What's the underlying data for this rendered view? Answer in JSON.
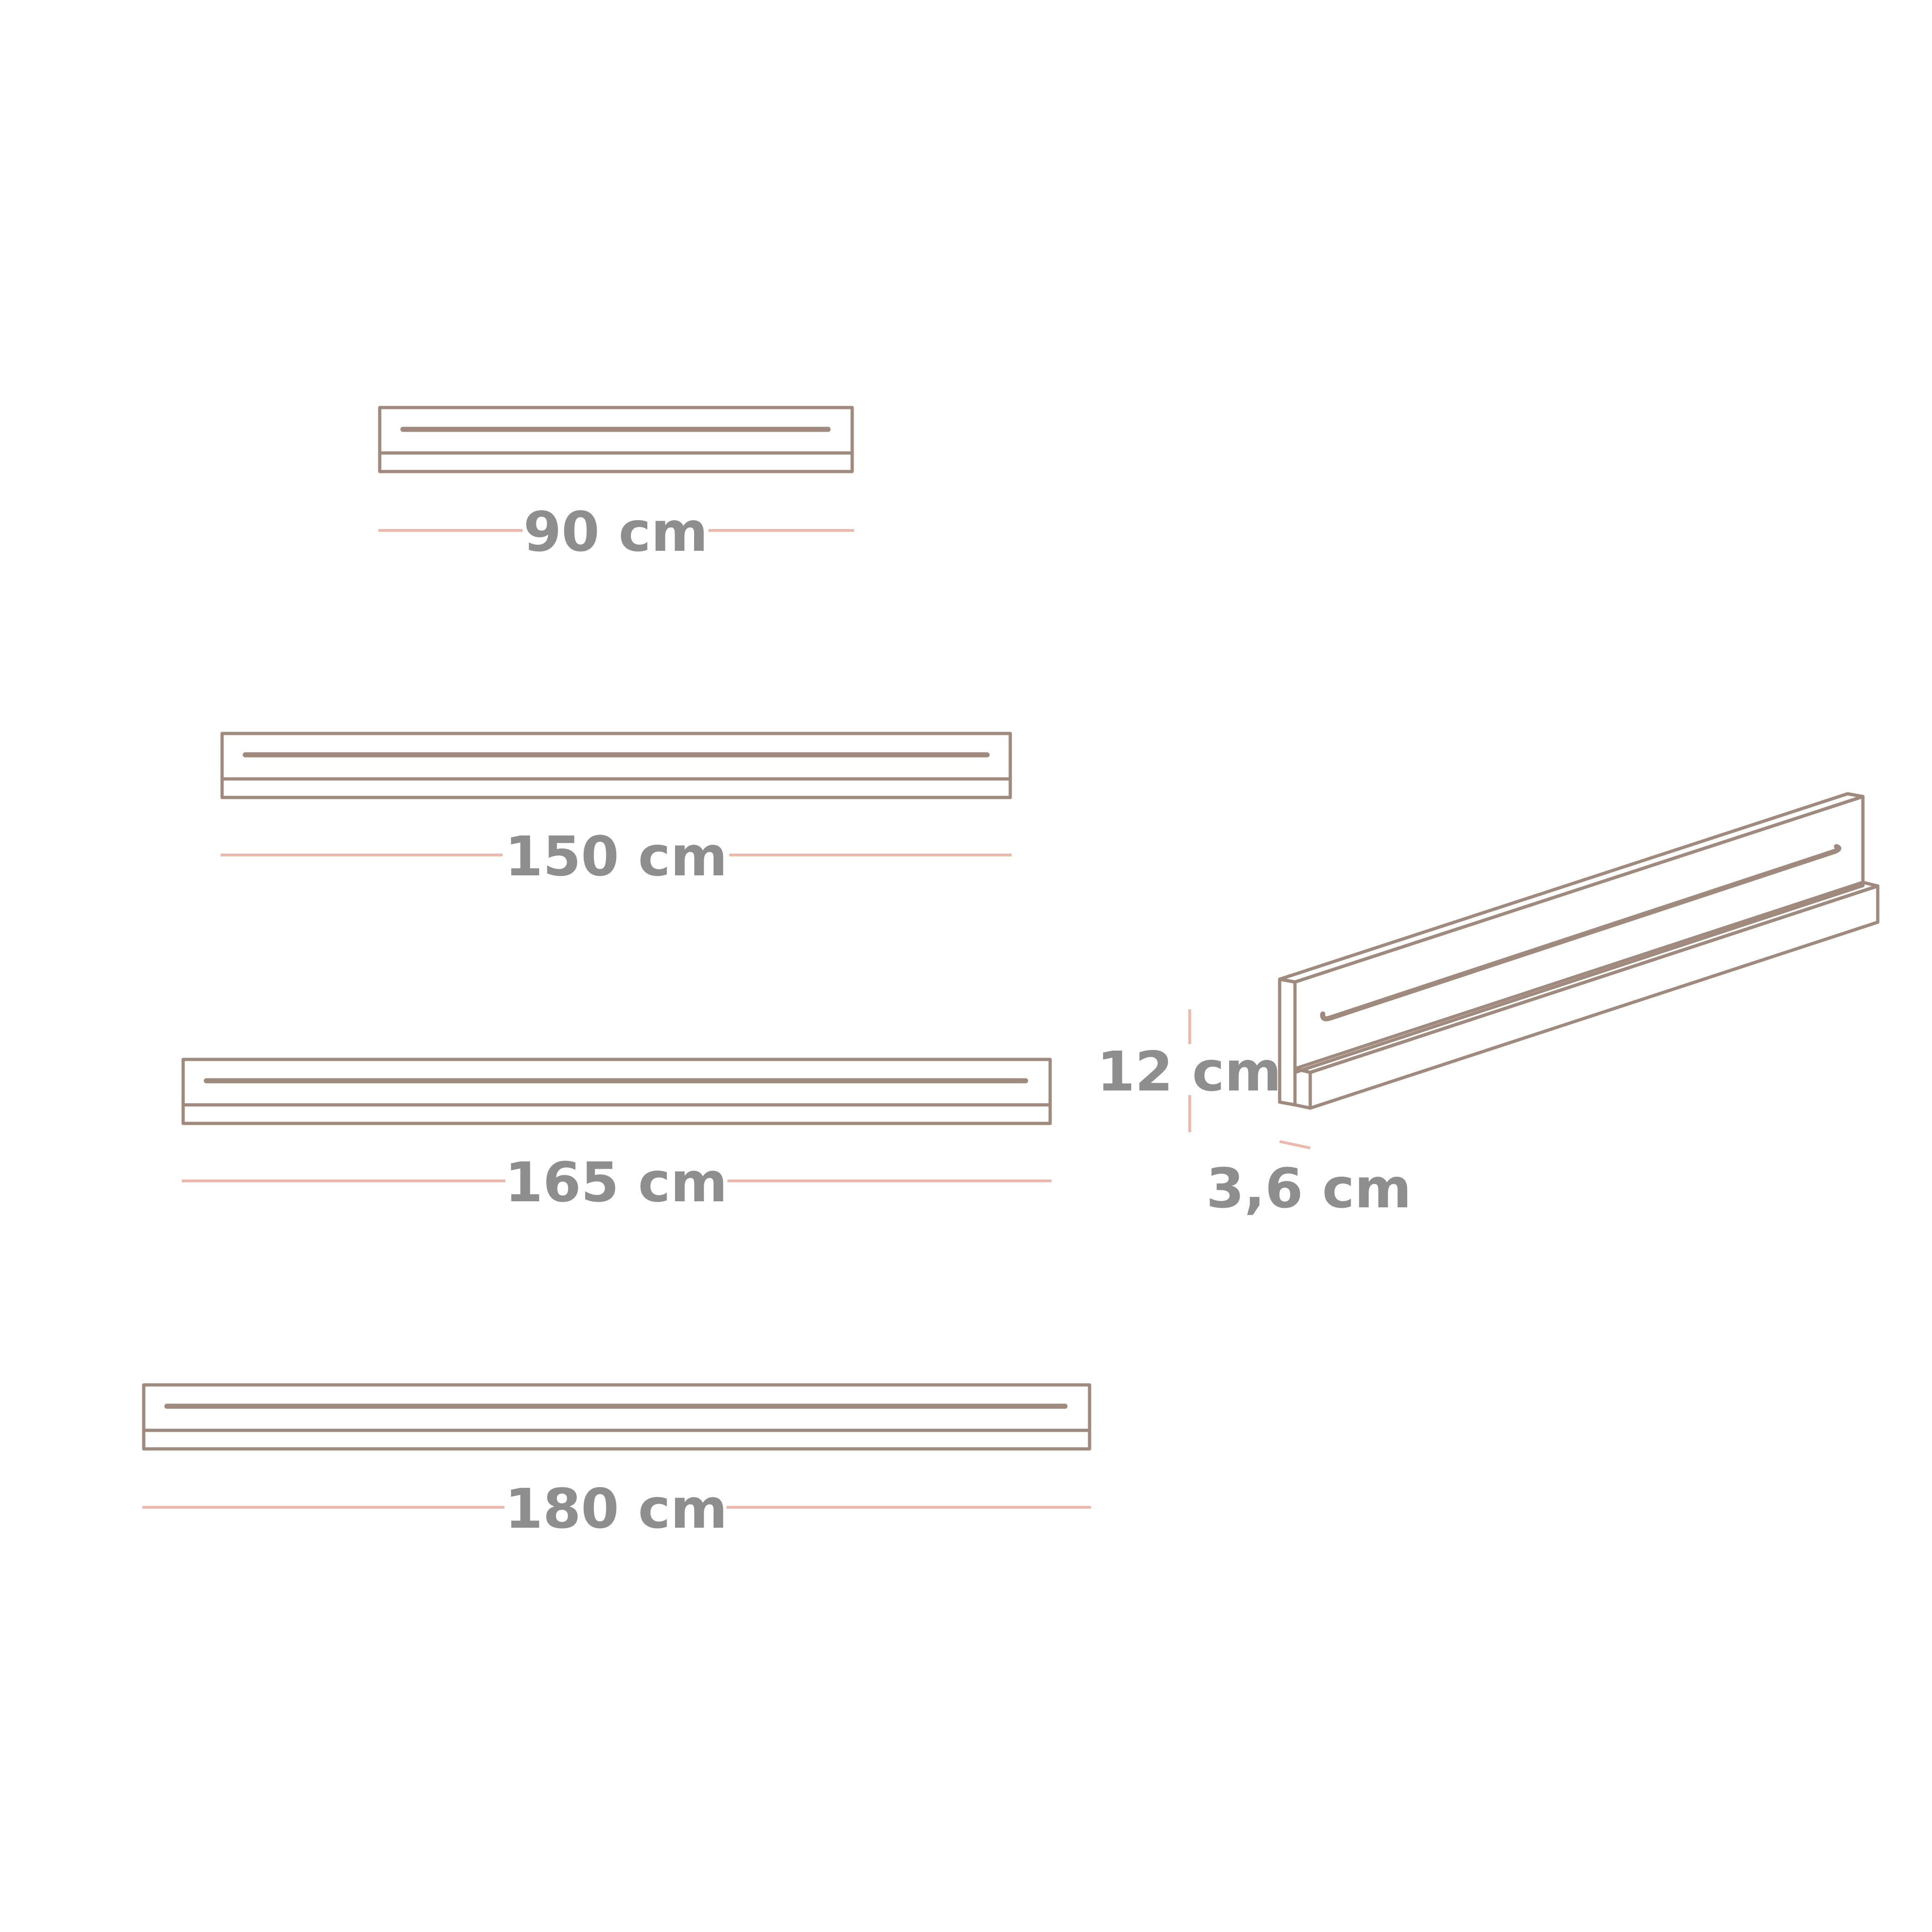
{
  "shelves": [
    {
      "id": "shelf-90",
      "label": "90 cm"
    },
    {
      "id": "shelf-150",
      "label": "150 cm"
    },
    {
      "id": "shelf-165",
      "label": "165 cm"
    },
    {
      "id": "shelf-180",
      "label": "180 cm"
    }
  ],
  "perspective": {
    "height_label": "12 cm",
    "depth_label": "3,6 cm"
  },
  "colors": {
    "outline": "#a08a7e",
    "dimension_line": "#efb8aa",
    "label_text": "#8e8e8e",
    "background": "#ffffff"
  }
}
